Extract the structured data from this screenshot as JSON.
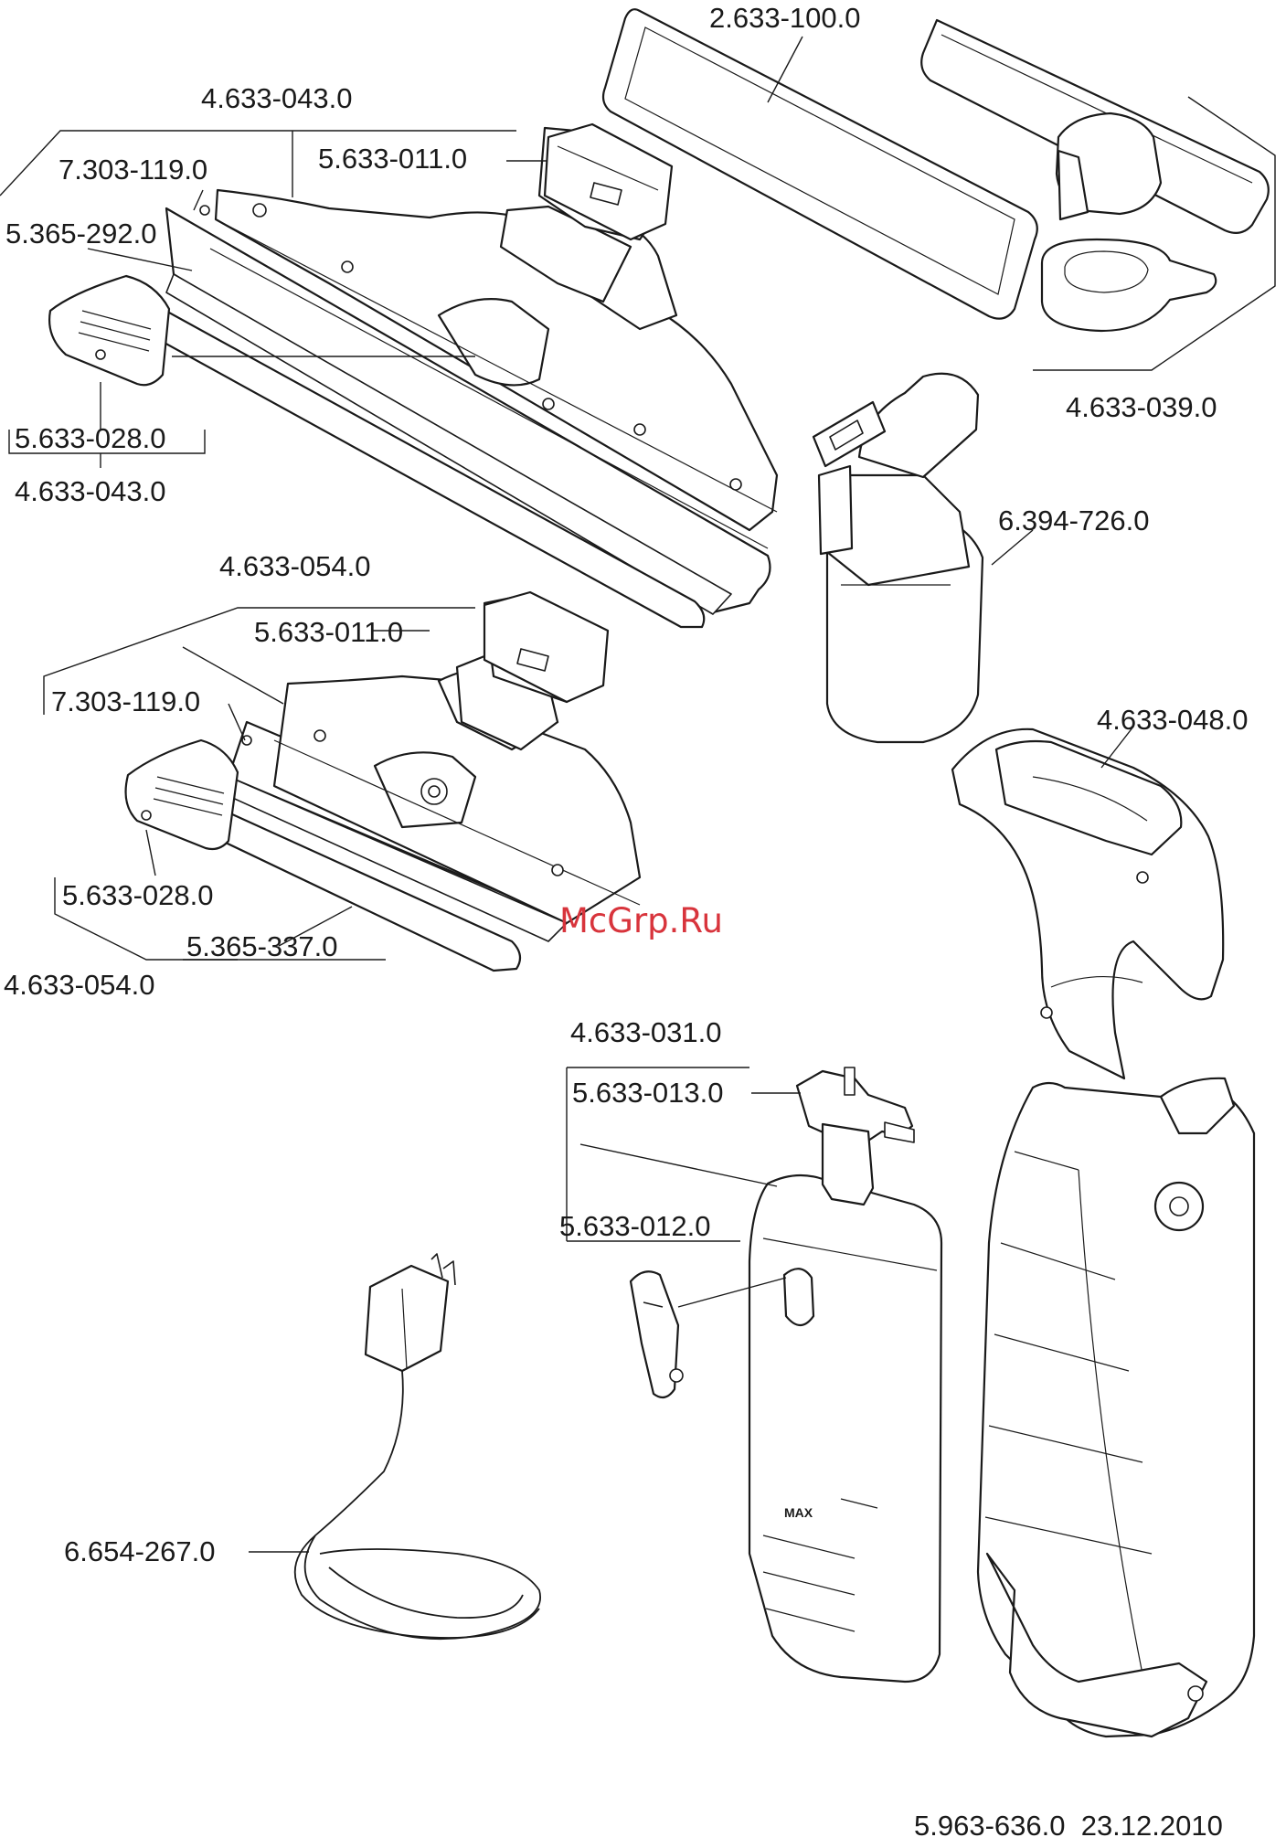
{
  "labels": {
    "l01": "2.633-100.0",
    "l02": "4.633-043.0",
    "l03": "5.633-011.0",
    "l04": "7.303-119.0",
    "l05": "5.365-292.0",
    "l06": "5.633-028.0",
    "l07": "4.633-043.0",
    "l08": "4.633-039.0",
    "l09": "6.394-726.0",
    "l10": "4.633-054.0",
    "l11": "5.633-011.0",
    "l12": "7.303-119.0",
    "l13": "4.633-048.0",
    "l14": "5.633-028.0",
    "l15": "5.365-337.0",
    "l16": "4.633-054.0",
    "l17": "4.633-031.0",
    "l18": "5.633-013.0",
    "l19": "5.633-012.0",
    "l20": "6.654-267.0",
    "l21": "5.963-636.0  23.12.2010"
  },
  "watermark": "McGrp.Ru",
  "product_marking": "MAX"
}
